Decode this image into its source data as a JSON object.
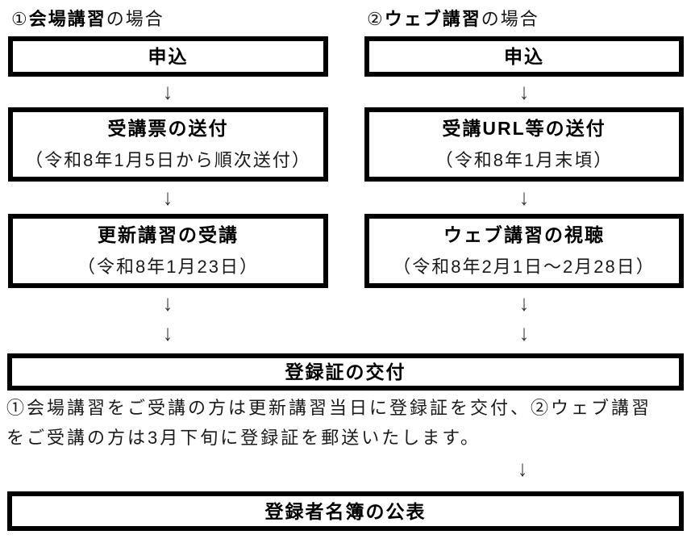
{
  "page": {
    "background": "#ffffff",
    "border_color": "#000000",
    "arrow_color": "#333333",
    "arrow_glyph": "↓"
  },
  "venue_column": {
    "header": {
      "prefix": "①",
      "emphasis": "会場講習",
      "suffix": "の場合"
    },
    "step1": {
      "title": "申込"
    },
    "step2": {
      "title": "受講票の送付",
      "detail": "（令和8年1月5日から順次送付）"
    },
    "step3": {
      "title": "更新講習の受講",
      "detail": "（令和8年1月23日）"
    }
  },
  "web_column": {
    "header": {
      "prefix": "②",
      "emphasis": "ウェブ講習",
      "suffix": "の場合"
    },
    "step1": {
      "title": "申込"
    },
    "step2": {
      "title": "受講URL等の送付",
      "detail": "（令和8年1月末頃）"
    },
    "step3": {
      "title": "ウェブ講習の視聴",
      "detail": "（令和8年2月1日～2月28日）"
    }
  },
  "merged": {
    "certificate_box": {
      "title": "登録証の交付"
    },
    "note": {
      "line1": "①会場講習をご受講の方は更新講習当日に登録証を交付、②ウェブ講習",
      "line2": "をご受講の方は3月下旬に登録証を郵送いたします。"
    },
    "roster_box": {
      "title": "登録者名簿の公表"
    }
  }
}
